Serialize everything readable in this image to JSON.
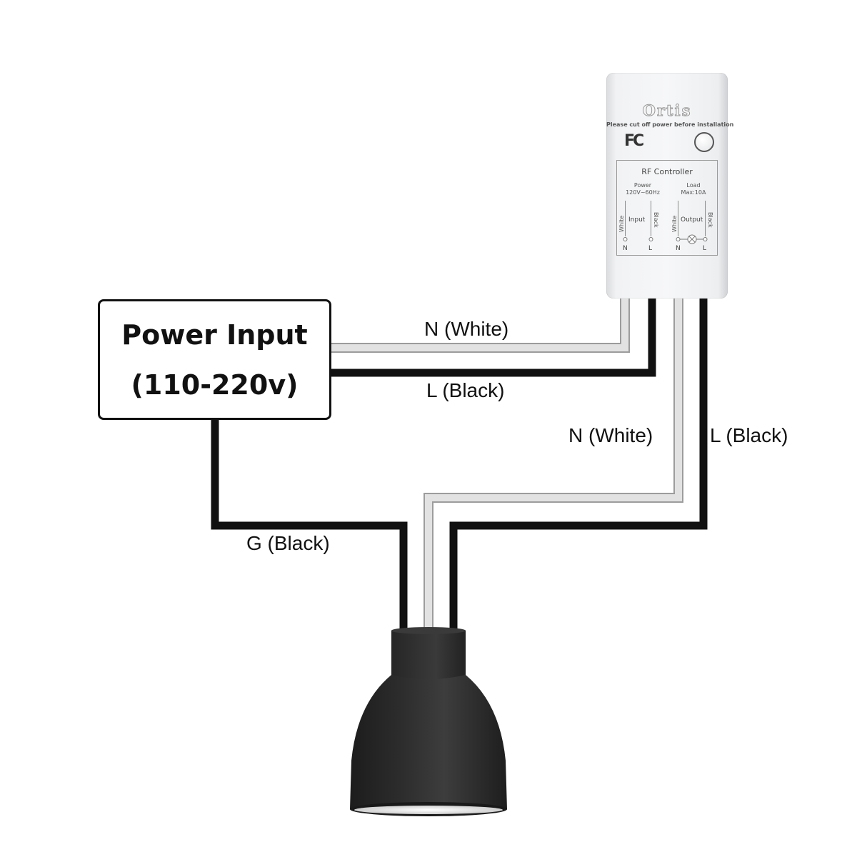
{
  "power_input": {
    "title": "Power Input",
    "range": "(110-220v)"
  },
  "wire_labels": {
    "input_neutral": "N (White)",
    "input_live": "L (Black)",
    "output_neutral": "N (White)",
    "output_live": "L (Black)",
    "ground": "G (Black)"
  },
  "controller": {
    "brand": "Ortis",
    "warning": "Please cut off power before installation",
    "certification": "FC",
    "spec_title": "RF Controller",
    "power_label": "Power",
    "power_rating": "120V~60Hz",
    "load_label": "Load",
    "load_rating": "Max:10A",
    "input_label": "Input",
    "output_label": "Output",
    "white_label": "White",
    "black_label": "Black",
    "terminal_n": "N",
    "terminal_l": "L"
  },
  "colors": {
    "wire_black": "#111111",
    "wire_white": "#dddddd",
    "lamp_shade": "#2b2b2b"
  }
}
